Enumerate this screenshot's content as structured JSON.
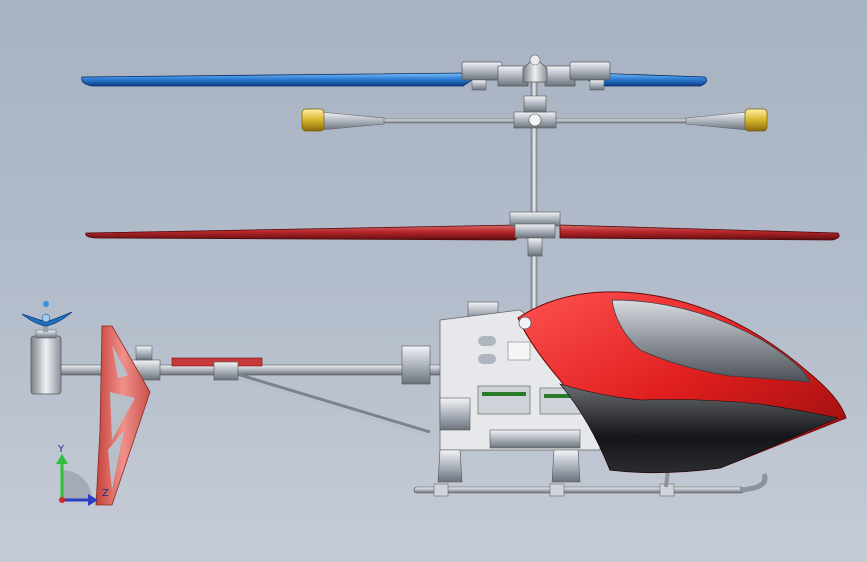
{
  "viewport": {
    "background_top": "#a7b2c2",
    "background_bottom": "#c6ccd6"
  },
  "model": {
    "parts": [
      "upper-rotor-blade",
      "flybar",
      "lower-rotor-blade",
      "main-shaft",
      "tail-boom",
      "tail-motor",
      "tail-propeller",
      "tail-fin",
      "main-frame",
      "canopy",
      "landing-skids"
    ],
    "colors": {
      "upper_blade": "#2f7fd6",
      "lower_blade": "#b8262a",
      "canopy": "#e01e1e",
      "tail_fin": "#e2726c",
      "flybar_weights": "#d8b52c",
      "metal": "#c9ced6"
    }
  },
  "triad": {
    "y_label": "Y",
    "z_label": "Z",
    "y_color": "#2fbf3f",
    "x_color": "#d02a2a",
    "z_color": "#2a3fbf"
  }
}
